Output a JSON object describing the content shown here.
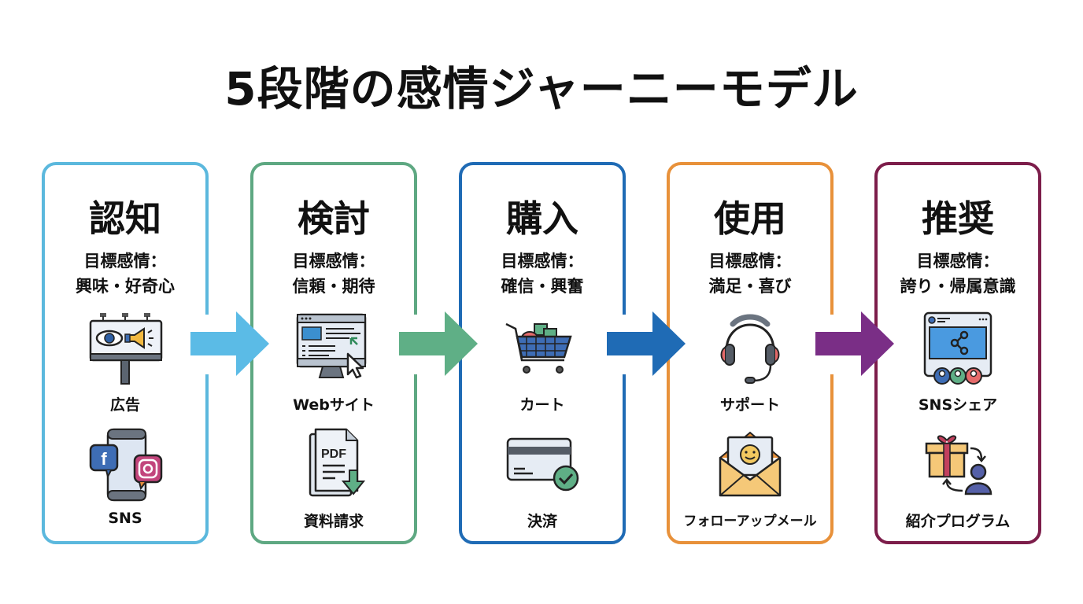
{
  "title": "5段階の感情ジャーニーモデル",
  "emotion_prefix": "目標感情：",
  "stages": [
    {
      "name": "認知",
      "emotions": "興味・好奇心",
      "color": "#5bb8dd",
      "touchpoints": [
        {
          "label": "広告",
          "icon": "billboard-icon"
        },
        {
          "label": "SNS",
          "icon": "smartphone-social-icon"
        }
      ]
    },
    {
      "name": "検討",
      "emotions": "信頼・期待",
      "color": "#5ea882",
      "touchpoints": [
        {
          "label": "Webサイト",
          "icon": "website-monitor-icon"
        },
        {
          "label": "資料請求",
          "icon": "pdf-download-icon"
        }
      ]
    },
    {
      "name": "購入",
      "emotions": "確信・興奮",
      "color": "#1f6bb5",
      "touchpoints": [
        {
          "label": "カート",
          "icon": "shopping-cart-icon"
        },
        {
          "label": "決済",
          "icon": "credit-card-check-icon"
        }
      ]
    },
    {
      "name": "使用",
      "emotions": "満足・喜び",
      "color": "#e8913a",
      "touchpoints": [
        {
          "label": "サポート",
          "icon": "headset-icon"
        },
        {
          "label": "フォローアップメール",
          "icon": "smiley-envelope-icon"
        }
      ]
    },
    {
      "name": "推奨",
      "emotions": "誇り・帰属意識",
      "color": "#7c1d4a",
      "touchpoints": [
        {
          "label": "SNSシェア",
          "icon": "social-share-icon"
        },
        {
          "label": "紹介プログラム",
          "icon": "referral-gift-icon"
        }
      ]
    }
  ],
  "arrows": [
    {
      "from": "認知",
      "to": "検討",
      "color": "#5bbbe6"
    },
    {
      "from": "検討",
      "to": "購入",
      "color": "#5faf86"
    },
    {
      "from": "購入",
      "to": "使用",
      "color": "#1f6bb5"
    },
    {
      "from": "使用",
      "to": "推奨",
      "color": "#7a2e86"
    }
  ]
}
